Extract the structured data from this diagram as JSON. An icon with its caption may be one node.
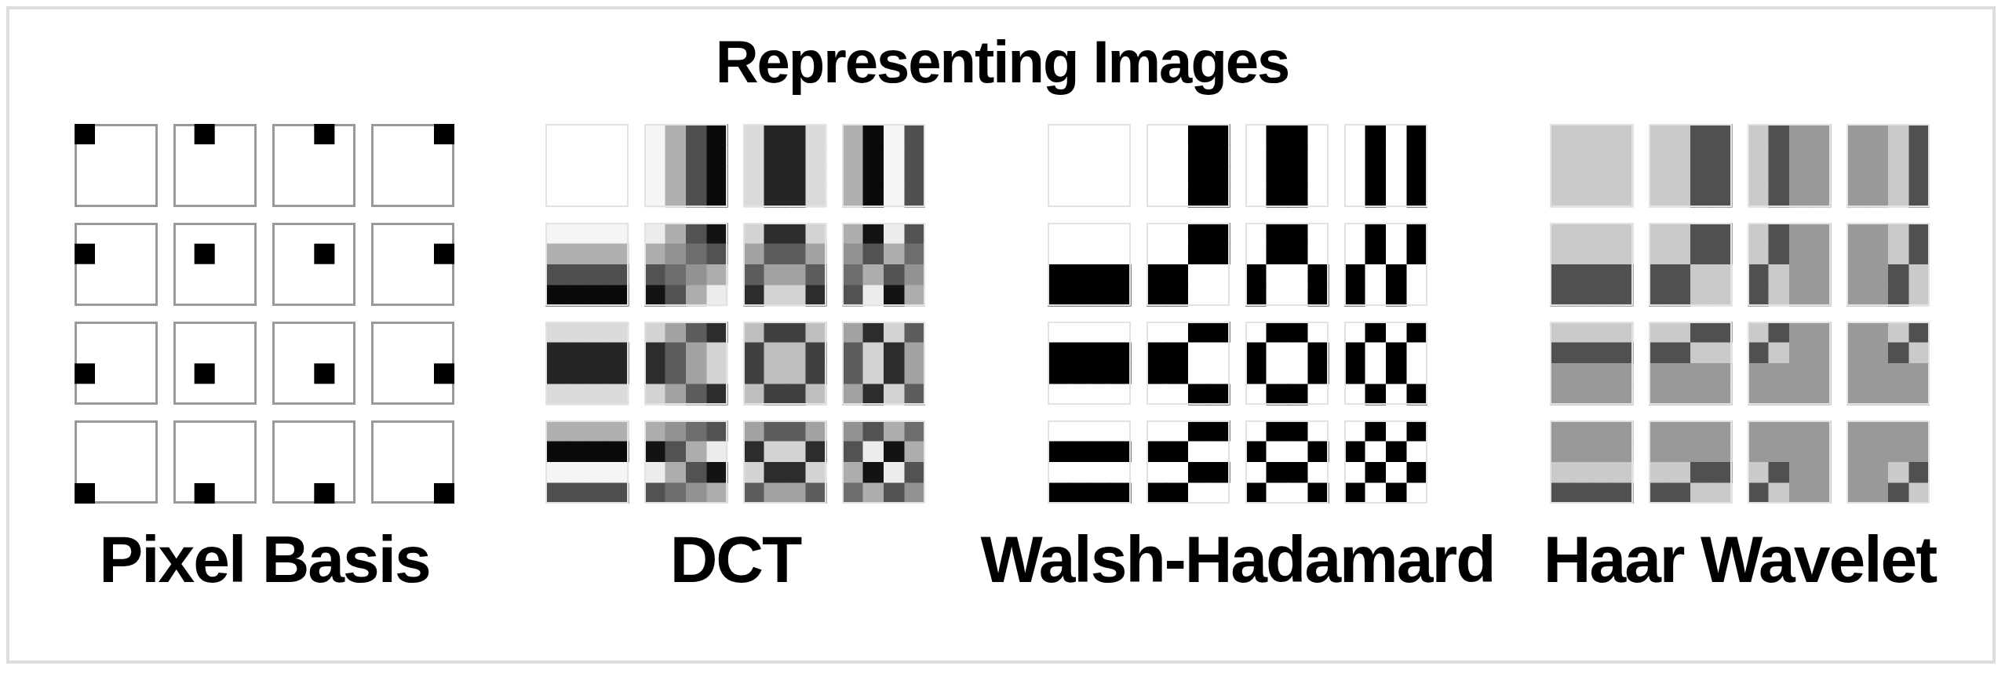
{
  "diagram": {
    "title": "Representing Images",
    "labels": [
      "Pixel Basis",
      "DCT",
      "Walsh-Hadamard",
      "Haar Wavelet"
    ]
  }
}
